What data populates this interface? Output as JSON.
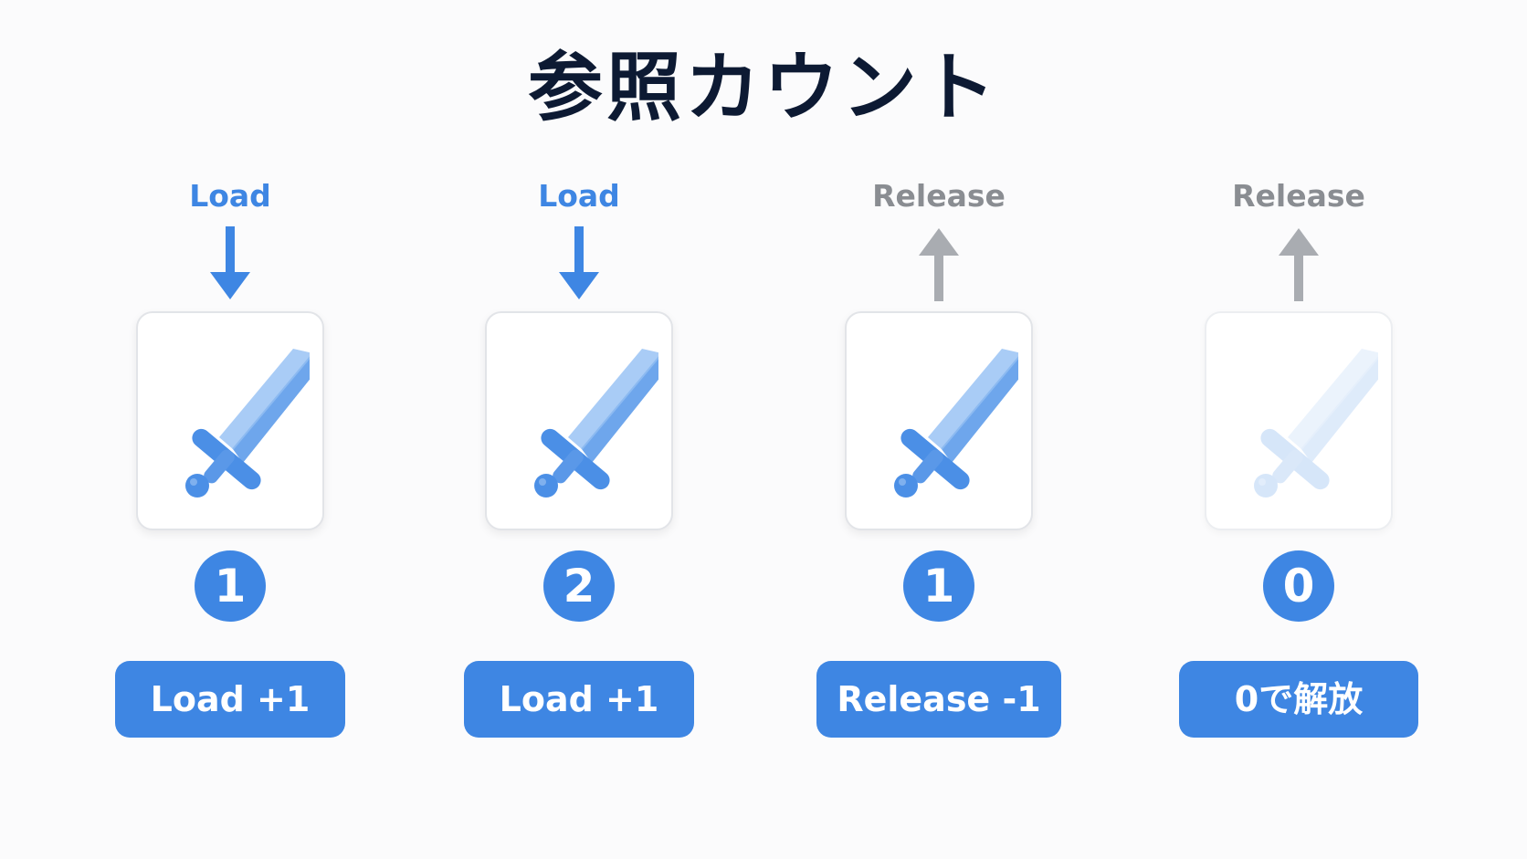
{
  "title": "参照カウント",
  "icons": {
    "sword": "sword-icon",
    "arrow_down": "arrow-down-icon",
    "arrow_up": "arrow-up-icon"
  },
  "colors": {
    "accent": "#3e86e3",
    "release_gray": "#8a8d92",
    "title": "#0d1a33"
  },
  "steps": [
    {
      "action": "Load",
      "direction": "down",
      "count": "1",
      "operation": "Load +1",
      "faded": false
    },
    {
      "action": "Load",
      "direction": "down",
      "count": "2",
      "operation": "Load +1",
      "faded": false
    },
    {
      "action": "Release",
      "direction": "up",
      "count": "1",
      "operation": "Release -1",
      "faded": false
    },
    {
      "action": "Release",
      "direction": "up",
      "count": "0",
      "operation": "0で解放",
      "faded": true
    }
  ]
}
